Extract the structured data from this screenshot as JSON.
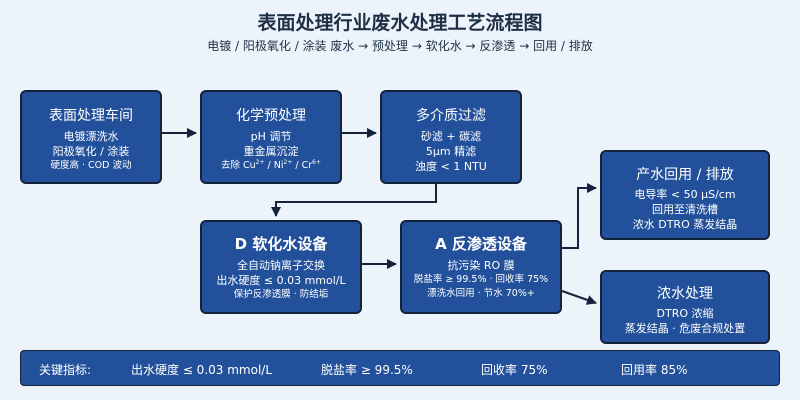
{
  "title": "表面处理行业废水处理工艺流程图",
  "subtitle": "电镀 / 阳极氧化 / 涂装 废水 → 预处理 → 软化水 → 反渗透 → 回用 / 排放",
  "boxes": {
    "surface": {
      "title": "表面处理车间",
      "lines": [
        "电镀漂洗水",
        "阳极氧化 / 涂装",
        "硬度高 · COD 波动"
      ]
    },
    "chem": {
      "title": "化学预处理",
      "lines": [
        "pH 调节",
        "重金属沉淀"
      ],
      "removal": {
        "prefix": "去除 Cu",
        "cu_sup": "2+",
        "ni": " / Ni",
        "ni_sup": "2+",
        "cr": " / Cr",
        "cr_sup": "6+"
      }
    },
    "filter": {
      "title": "多介质过滤",
      "lines": [
        "砂滤 + 碳滤",
        "5μm 精滤",
        "浊度 < 1 NTU"
      ]
    },
    "softener": {
      "title": "D 软化水设备",
      "lines": [
        "全自动钠离子交换",
        "出水硬度 ≤ 0.03 mmol/L",
        "保护反渗透膜 · 防结垢"
      ]
    },
    "ro": {
      "title": "A 反渗透设备",
      "lines": [
        "抗污染 RO 膜",
        "脱盐率 ≥ 99.5% · 回收率 75%",
        "漂洗水回用 · 节水 70%+"
      ]
    },
    "reuse": {
      "title": "产水回用 / 排放",
      "lines": [
        "电导率 < 50 μS/cm",
        "回用至清洗槽",
        "浓水 DTRO 蒸发结晶"
      ]
    },
    "concentrate": {
      "title": "浓水处理",
      "lines": [
        "DTRO 浓缩",
        "蒸发结晶 · 危废合规处置"
      ]
    }
  },
  "metrics": {
    "label": "关键指标:",
    "items": [
      "出水硬度 ≤ 0.03 mmol/L",
      "脱盐率 ≥ 99.5%",
      "回收率 75%",
      "回用率 85%"
    ]
  },
  "colors": {
    "box_fill": "#22509b",
    "box_border": "#14233a",
    "background": "#edf3fa",
    "connector": "#14233a"
  }
}
